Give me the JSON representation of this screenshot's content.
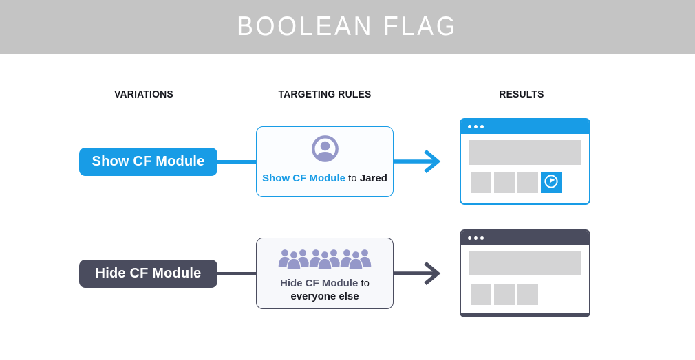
{
  "header": {
    "title": "BOOLEAN FLAG"
  },
  "columns": [
    {
      "label": "VARIATIONS"
    },
    {
      "label": "TARGETING RULES"
    },
    {
      "label": "RESULTS"
    }
  ],
  "rows": [
    {
      "variation_label": "Show CF Module",
      "rule": {
        "icon": "user-avatar-icon",
        "prefix": "Show CF Module",
        "middle": " to ",
        "target": "Jared"
      },
      "result": {
        "window_style": "blue",
        "placeholder_blocks": 3,
        "cf_module_tile_visible": true
      }
    },
    {
      "variation_label": "Hide CF Module",
      "rule": {
        "icon": "crowd-icon",
        "prefix": "Hide CF Module",
        "middle": " to",
        "target": "everyone else"
      },
      "result": {
        "window_style": "dark",
        "placeholder_blocks": 3,
        "cf_module_tile_visible": false
      }
    }
  ],
  "colors": {
    "blue": "#189ce6",
    "dark": "#4a4c5e",
    "lavender": "#9598c9",
    "header_gray": "#c4c4c4",
    "block_gray": "#d4d4d5",
    "card_bg_blue": "#fbfdff",
    "card_bg_dark": "#f7f8fb",
    "text_dark": "#1b1c24"
  }
}
